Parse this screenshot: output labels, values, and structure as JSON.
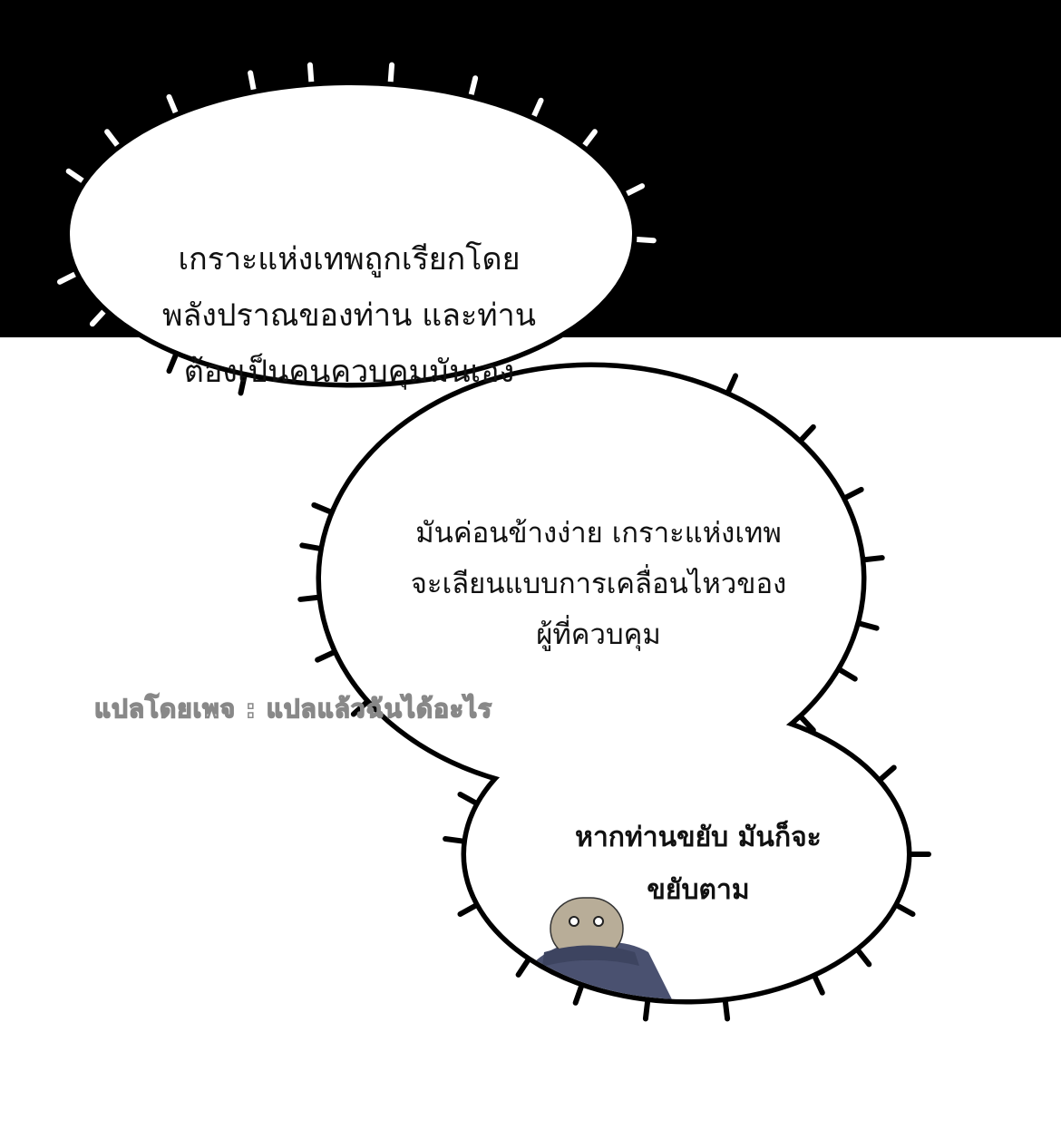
{
  "bubbles": [
    {
      "lines": [
        "เกราะแห่งเทพถูกเรียกโดย",
        "พลังปราณของท่าน และท่าน",
        "ต้องเป็นคนควบคุมมันเอง"
      ]
    },
    {
      "lines": [
        "มันค่อนข้างง่าย เกราะแห่งเทพ",
        "จะเลียนแบบการเคลื่อนไหวของ",
        "ผู้ที่ควบคุม"
      ]
    },
    {
      "lines": [
        "หากท่านขยับ มันก็จะ",
        "ขยับตาม"
      ]
    }
  ],
  "watermark": "แปลโดยเพจ : แปลแล้วฉันได้อะไร",
  "colors": {
    "top_background": "#000000",
    "bottom_background": "#ffffff",
    "character_coat": "#4a5170",
    "character_head": "#b8ad98"
  }
}
